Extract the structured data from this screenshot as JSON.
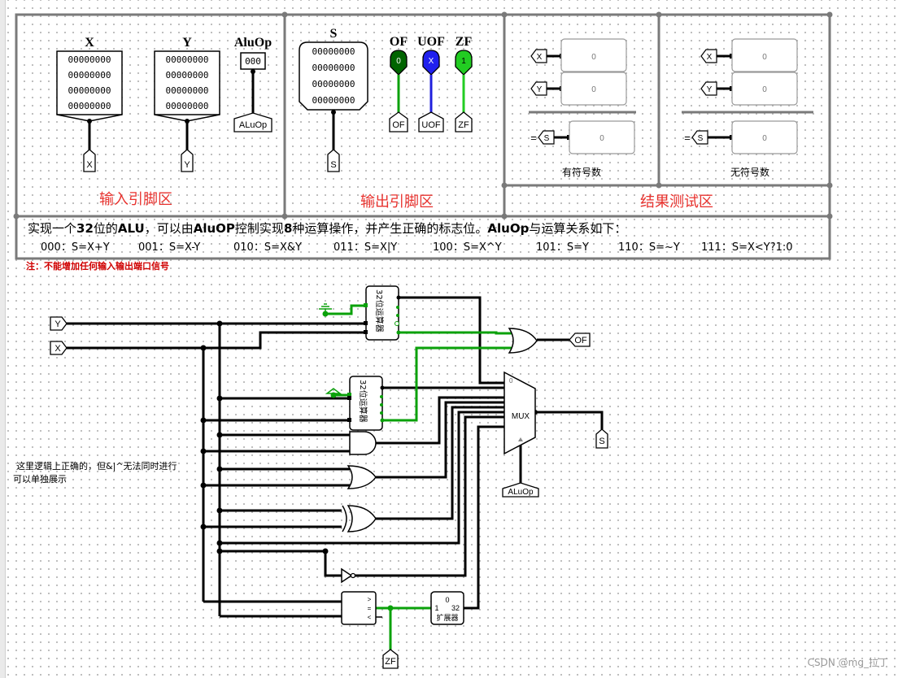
{
  "input_area": {
    "x_label": "X",
    "y_label": "Y",
    "aluop_label": "AluOp",
    "bits_row": "00000000",
    "aluop_bits": "000",
    "x_tunnel": "X",
    "y_tunnel": "Y",
    "aluop_tunnel": "ALuOp",
    "zone_title": "输入引脚区"
  },
  "output_area": {
    "s_label": "S",
    "of_label": "OF",
    "uof_label": "UOF",
    "zf_label": "ZF",
    "bits_row": "00000000",
    "of_value": "0",
    "uof_value": "X",
    "zf_value": "1",
    "s_tunnel": "S",
    "of_tunnel": "OF",
    "uof_tunnel": "UOF",
    "zf_tunnel": "ZF",
    "zone_title": "输出引脚区"
  },
  "test_area": {
    "signed_label": "有符号数",
    "unsigned_label": "无符号数",
    "x_tunnel": "X",
    "y_tunnel": "Y",
    "s_tunnel": "S",
    "eq_sign": "=",
    "x_value": "0",
    "y_value": "0",
    "s_value": "0",
    "zone_title": "结果测试区"
  },
  "description": {
    "line1_parts": [
      "实现一个",
      "32",
      "位的",
      "ALU",
      "，可以由",
      "AluOP",
      "控制实现",
      "8",
      "种运算操作，并产生正确的标志位。",
      "AluOp",
      "与运算关系如下："
    ],
    "ops": [
      "000：S=X+Y",
      "001：S=X-Y",
      "010：S=X&Y",
      "011：S=X|Y",
      "100：S=X^Y",
      "101：S=Y",
      "110：S=~Y",
      "111：S=X<Y?1:0"
    ],
    "note": "注：不能增加任何输入输出端口信号"
  },
  "circuit": {
    "y_in": "Y",
    "x_in": "X",
    "adder1_label": "32位运算器",
    "adder2_label": "32位运算器",
    "of_out": "OF",
    "mux_label": "MUX",
    "s_out": "S",
    "aluop_in": "ALuOp",
    "mux_port0": "0",
    "cmp_gt": ">",
    "cmp_eq": "=",
    "cmp_lt": "<",
    "ext_top": "0",
    "ext_left": "1",
    "ext_right": "32",
    "ext_label": "扩展器",
    "zf_out": "ZF",
    "side_note_1": "这里逻辑上正确的，但&|^无法同时进行",
    "side_note_2": "可以单独展示"
  },
  "watermark": "CSDN @mg_拉丁",
  "colors": {
    "zone_title": "#e8322e",
    "note": "#d00000",
    "wire_active": "#0aa10a",
    "wire_active_bright": "#22cc22",
    "wire_blue": "#2020dd",
    "led_of": "#006400",
    "led_uof": "#2020ee",
    "led_zf": "#22cc22",
    "frame": "#7a7a7a"
  }
}
